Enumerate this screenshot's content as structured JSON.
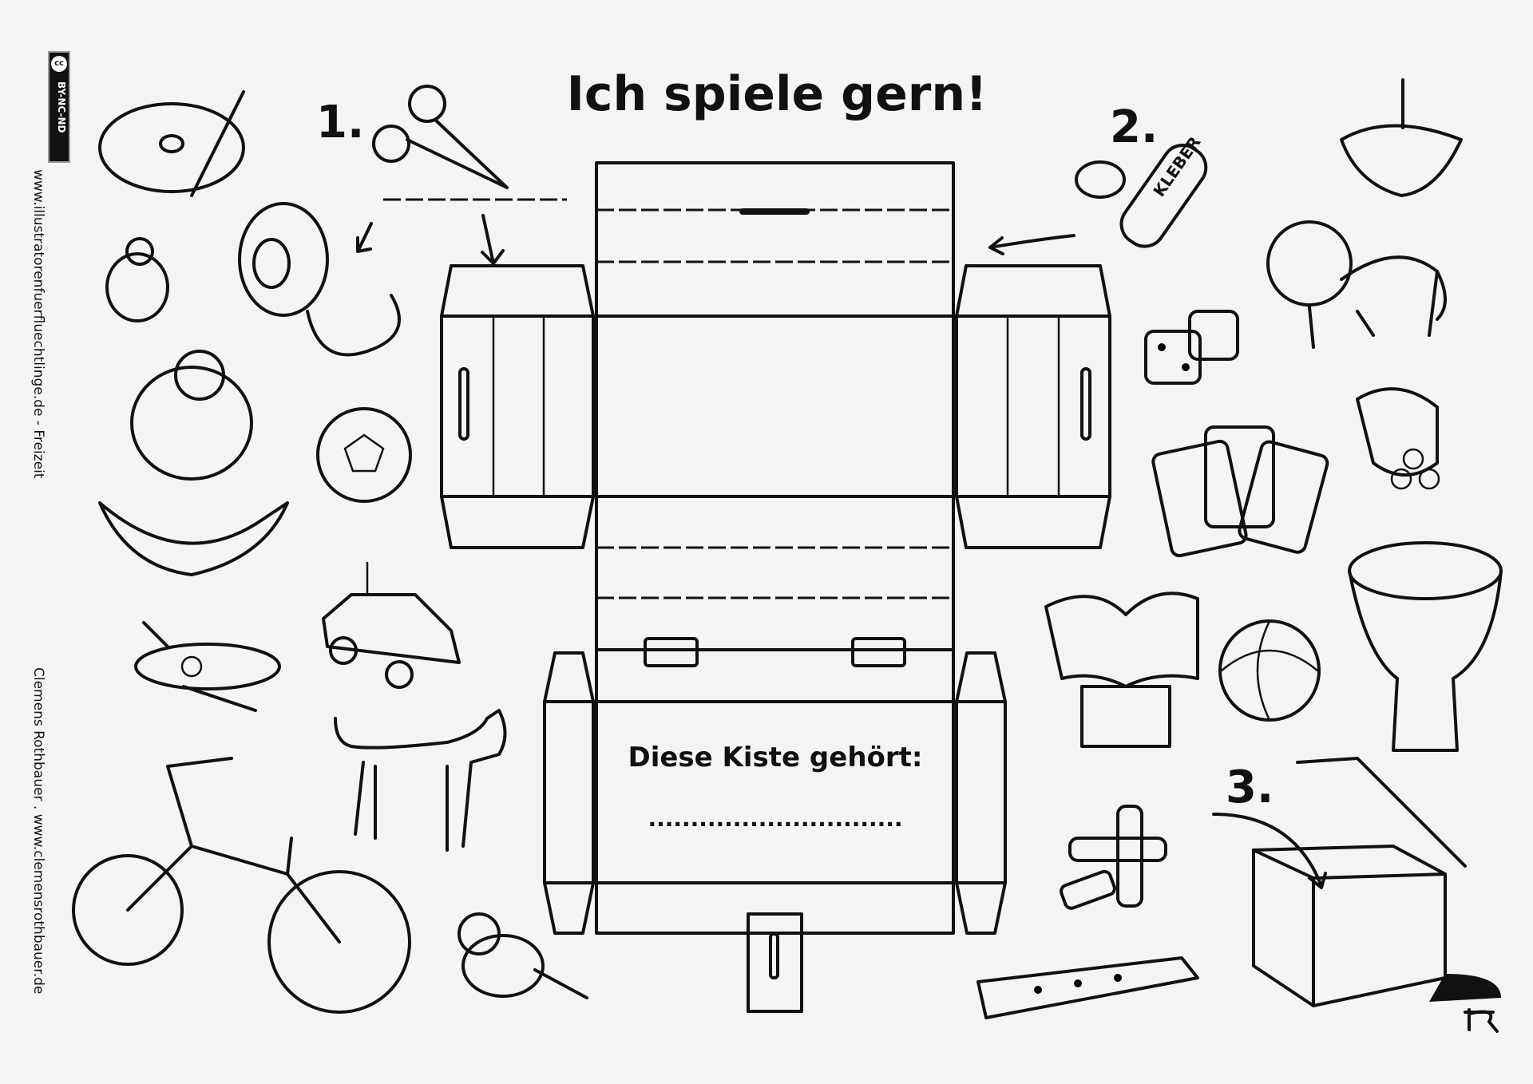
{
  "title": "Ich spiele gern!",
  "steps": [
    "1.",
    "2.",
    "3."
  ],
  "box_label": "Diese Kiste gehört:",
  "name_line": "..............................",
  "glue_label": "KLEBER",
  "license": {
    "icon": "cc",
    "label": "BY-NC-ND"
  },
  "side_text_top": "www.illustratorenfuerfluechtlinge.de - Freizeit",
  "side_text_bottom": "Clemens Rothbauer . www.clemensrothbauer.de",
  "colors": {
    "ink": "#111111",
    "paper": "#f4f4f4"
  }
}
